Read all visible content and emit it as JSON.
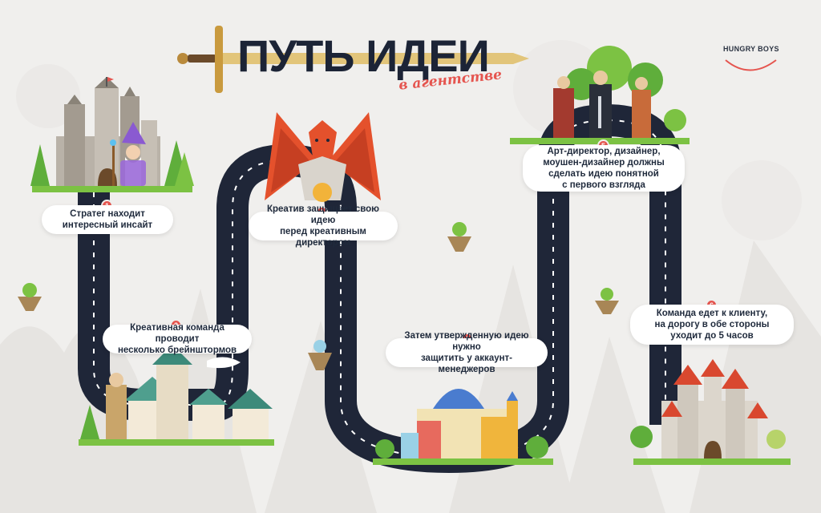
{
  "header": {
    "title": "ПУТЬ ИДЕИ",
    "subtitle": "в агентстве",
    "brand": "HUNGRY BOYS"
  },
  "steps": [
    {
      "number": "1",
      "text": "Стратег находит\nинтересный инсайт"
    },
    {
      "number": "2",
      "text": "Креативная команда проводит\nнесколько брейнштормов"
    },
    {
      "number": "3",
      "text": "Креатив защищает свою идею\nперед креативным директором"
    },
    {
      "number": "4",
      "text": "Затем утвержденную идею нужно\nзащитить у аккаунт-менеджеров"
    },
    {
      "number": "5",
      "text": "Арт-директор, дизайнер,\nмоушен-дизайнер должны\nсделать идею понятной\nс первого взгляда"
    },
    {
      "number": "6",
      "text": "Команда едет к клиенту,\nна дорогу в обе стороны\nуходит до 5 часов"
    }
  ],
  "colors": {
    "background": "#f0efed",
    "road": "#1f2638",
    "road_marking": "#ffffff",
    "accent": "#e5554f",
    "sword_blade": "#e2c57a",
    "grass": "#7cc243",
    "castle_stone": "#b9b2a8",
    "dragon": "#e4512c",
    "roof_red": "#d9482f"
  },
  "icons": [
    "sword-icon",
    "castle-icon",
    "wizard-icon",
    "dragon-icon",
    "village-icon",
    "palace-icon",
    "forest-characters-icon",
    "red-castle-icon",
    "floating-island-icon",
    "smile-logo-icon"
  ]
}
